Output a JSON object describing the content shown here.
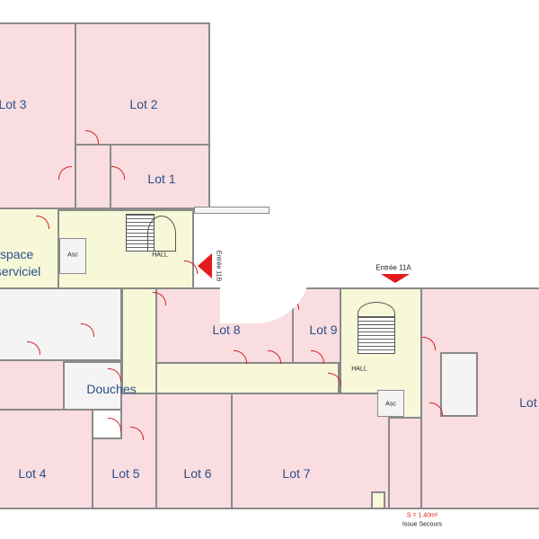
{
  "lots": {
    "lot1": "Lot 1",
    "lot2": "Lot 2",
    "lot3": "Lot 3",
    "lot4": "Lot 4",
    "lot5": "Lot 5",
    "lot6": "Lot 6",
    "lot7": "Lot 7",
    "lot8": "Lot 8",
    "lot9": "Lot 9",
    "lot_right": "Lot"
  },
  "rooms": {
    "espace_line1": "Espace",
    "espace_line2": "serviciel",
    "douches": "Douches",
    "hall_left": "HALL",
    "hall_right": "HALL",
    "asc_left": "Asc",
    "asc_right": "Asc"
  },
  "entrances": {
    "entree_left": "Entrée 11B",
    "entree_right": "Entrée 11A"
  },
  "footer": {
    "surface": "S = 1.40m²",
    "issue": "Issue Secours"
  },
  "colors": {
    "lot": "#f9dde0",
    "common": "#f6f8d8",
    "door": "#d42020"
  }
}
